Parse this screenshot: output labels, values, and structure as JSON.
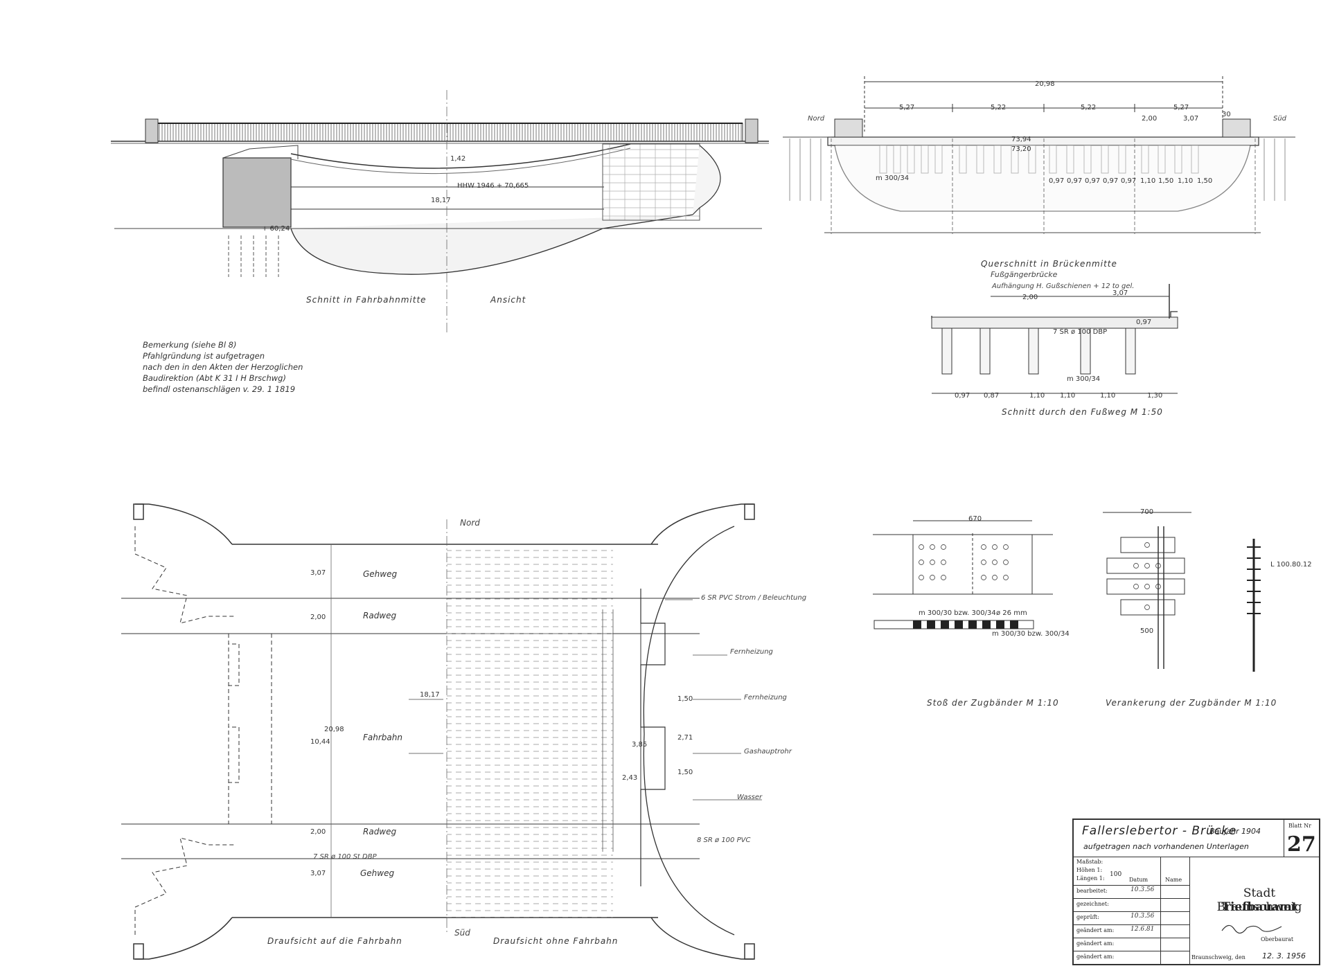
{
  "drawing": {
    "top_left": {
      "caption_section": "Schnitt in Fahrbahnmitte",
      "caption_view": "Ansicht",
      "dims": {
        "hhw": "HHW 1946 + 70,665",
        "span": "18,17",
        "crown": "1,42",
        "base": "+ 60,24"
      }
    },
    "notes": {
      "lines": [
        "Bemerkung   (siehe Bl 8)",
        "Pfahlgründung ist aufgetragen",
        "nach den in den Akten der Herzoglichen",
        "Baudirektion (Abt K 31 I H Brschwg)",
        "befindl  ostenanschlägen v. 29. 1 1819"
      ]
    },
    "top_right": {
      "caption": "Querschnitt in     Brückenmitte",
      "sub_caption": "Fußgängerbrücke",
      "north": "Nord",
      "south": "Süd",
      "dims": {
        "total": "20,98",
        "d1": "5,27",
        "d2": "5,22",
        "d3": "5,22",
        "d4": "5,27",
        "d5": "2,00",
        "d6": "3,07",
        "d7": "30",
        "elev1": "73,94",
        "elev2": "73,20",
        "beam": "m 300/34",
        "p1": "0,97",
        "p2": "0,97",
        "p3": "0,97",
        "p4": "0,97",
        "p5": "0,97",
        "p6": "1,10",
        "p7": "1,50",
        "p8": "1,10",
        "p9": "1,50"
      }
    },
    "footway": {
      "caption": "Schnitt durch den Fußweg  M 1:50",
      "note": "Aufhängung H. Gußschienen + 12 to gel.",
      "dims": {
        "w1": "2,00",
        "w2": "3,07",
        "w3": "0,97",
        "b1": "0,97",
        "b2": "0,87",
        "b3": "1,10",
        "b4": "1,10",
        "b5": "1,10",
        "b6": "1,30",
        "beam": "m 300/34",
        "pipe": "7 SR ø 100 DBP"
      }
    },
    "plan": {
      "north": "Nord",
      "south": "Süd",
      "lanes": {
        "gehweg_top": "Gehweg",
        "radweg_top": "Radweg",
        "fahrbahn": "Fahrbahn",
        "radweg_bottom": "Radweg",
        "gehweg_bottom": "Gehweg"
      },
      "dims": {
        "w_top": "3,07",
        "w_rad": "2,00",
        "w_fahr": "10,44",
        "w_total": "20,98",
        "w_rad2": "2,00",
        "w_bottom": "3,07",
        "span": "18,17",
        "m1": "3,85",
        "m2": "2,71",
        "m3": "1,50",
        "m4": "1,50",
        "m5": "2,43"
      },
      "utilities": {
        "u1": "6 SR PVC  Strom / Beleuchtung",
        "u2": "Fernheizung",
        "u3": "Fernheizung",
        "u4": "Gashauptrohr",
        "u5": "Wasser",
        "u6": "8 SR ø 100 PVC",
        "u7": "7 SR ø 100 St DBP"
      },
      "caption_left": "Draufsicht auf die Fahrbahn",
      "caption_right": "Draufsicht ohne Fahrbahn"
    },
    "details": {
      "stoss": "Stoß der Zugbänder  M 1:10",
      "verankerung": "Verankerung der Zugbänder  M 1:10",
      "d_stoss": "670",
      "d_anker": "700",
      "d_anker2": "500",
      "profile": "L 100.80.12",
      "m1": "m 300/30 bzw. 300/34",
      "m2": "m 300/30 bzw. 300/34",
      "dia": "ø 26 mm"
    }
  },
  "title_block": {
    "project": "Fallerslebertor - Brücke",
    "year": "Baujahr 1904",
    "subtitle": "aufgetragen nach vorhandenen Unterlagen",
    "sheet_label": "Blatt Nr",
    "sheet_no": "27",
    "scale_label": "Maßstab:",
    "heights_label": "Höhen 1:",
    "lengths_label": "Längen 1:",
    "scale_value": "100",
    "date_label": "Datum",
    "name_label": "Name",
    "rows": {
      "bearbeitet": "bearbeitet:",
      "gezeichnet": "gezeichnet:",
      "geprueft": "geprüft:",
      "geaendert1": "geändert am:",
      "geaendert2": "geändert am:",
      "geaendert3": "geändert am:"
    },
    "values": {
      "bearbeitet_date": "10.3.56",
      "geprueft_date": "10.3.56",
      "geaendert_date": "12.6.81"
    },
    "department_city": "Stadt Braunschweig",
    "department_office": "Tiefbauamt",
    "signatory": "Oberbaurat",
    "place": "Braunschweig, den",
    "date": "12. 3. 1956"
  }
}
